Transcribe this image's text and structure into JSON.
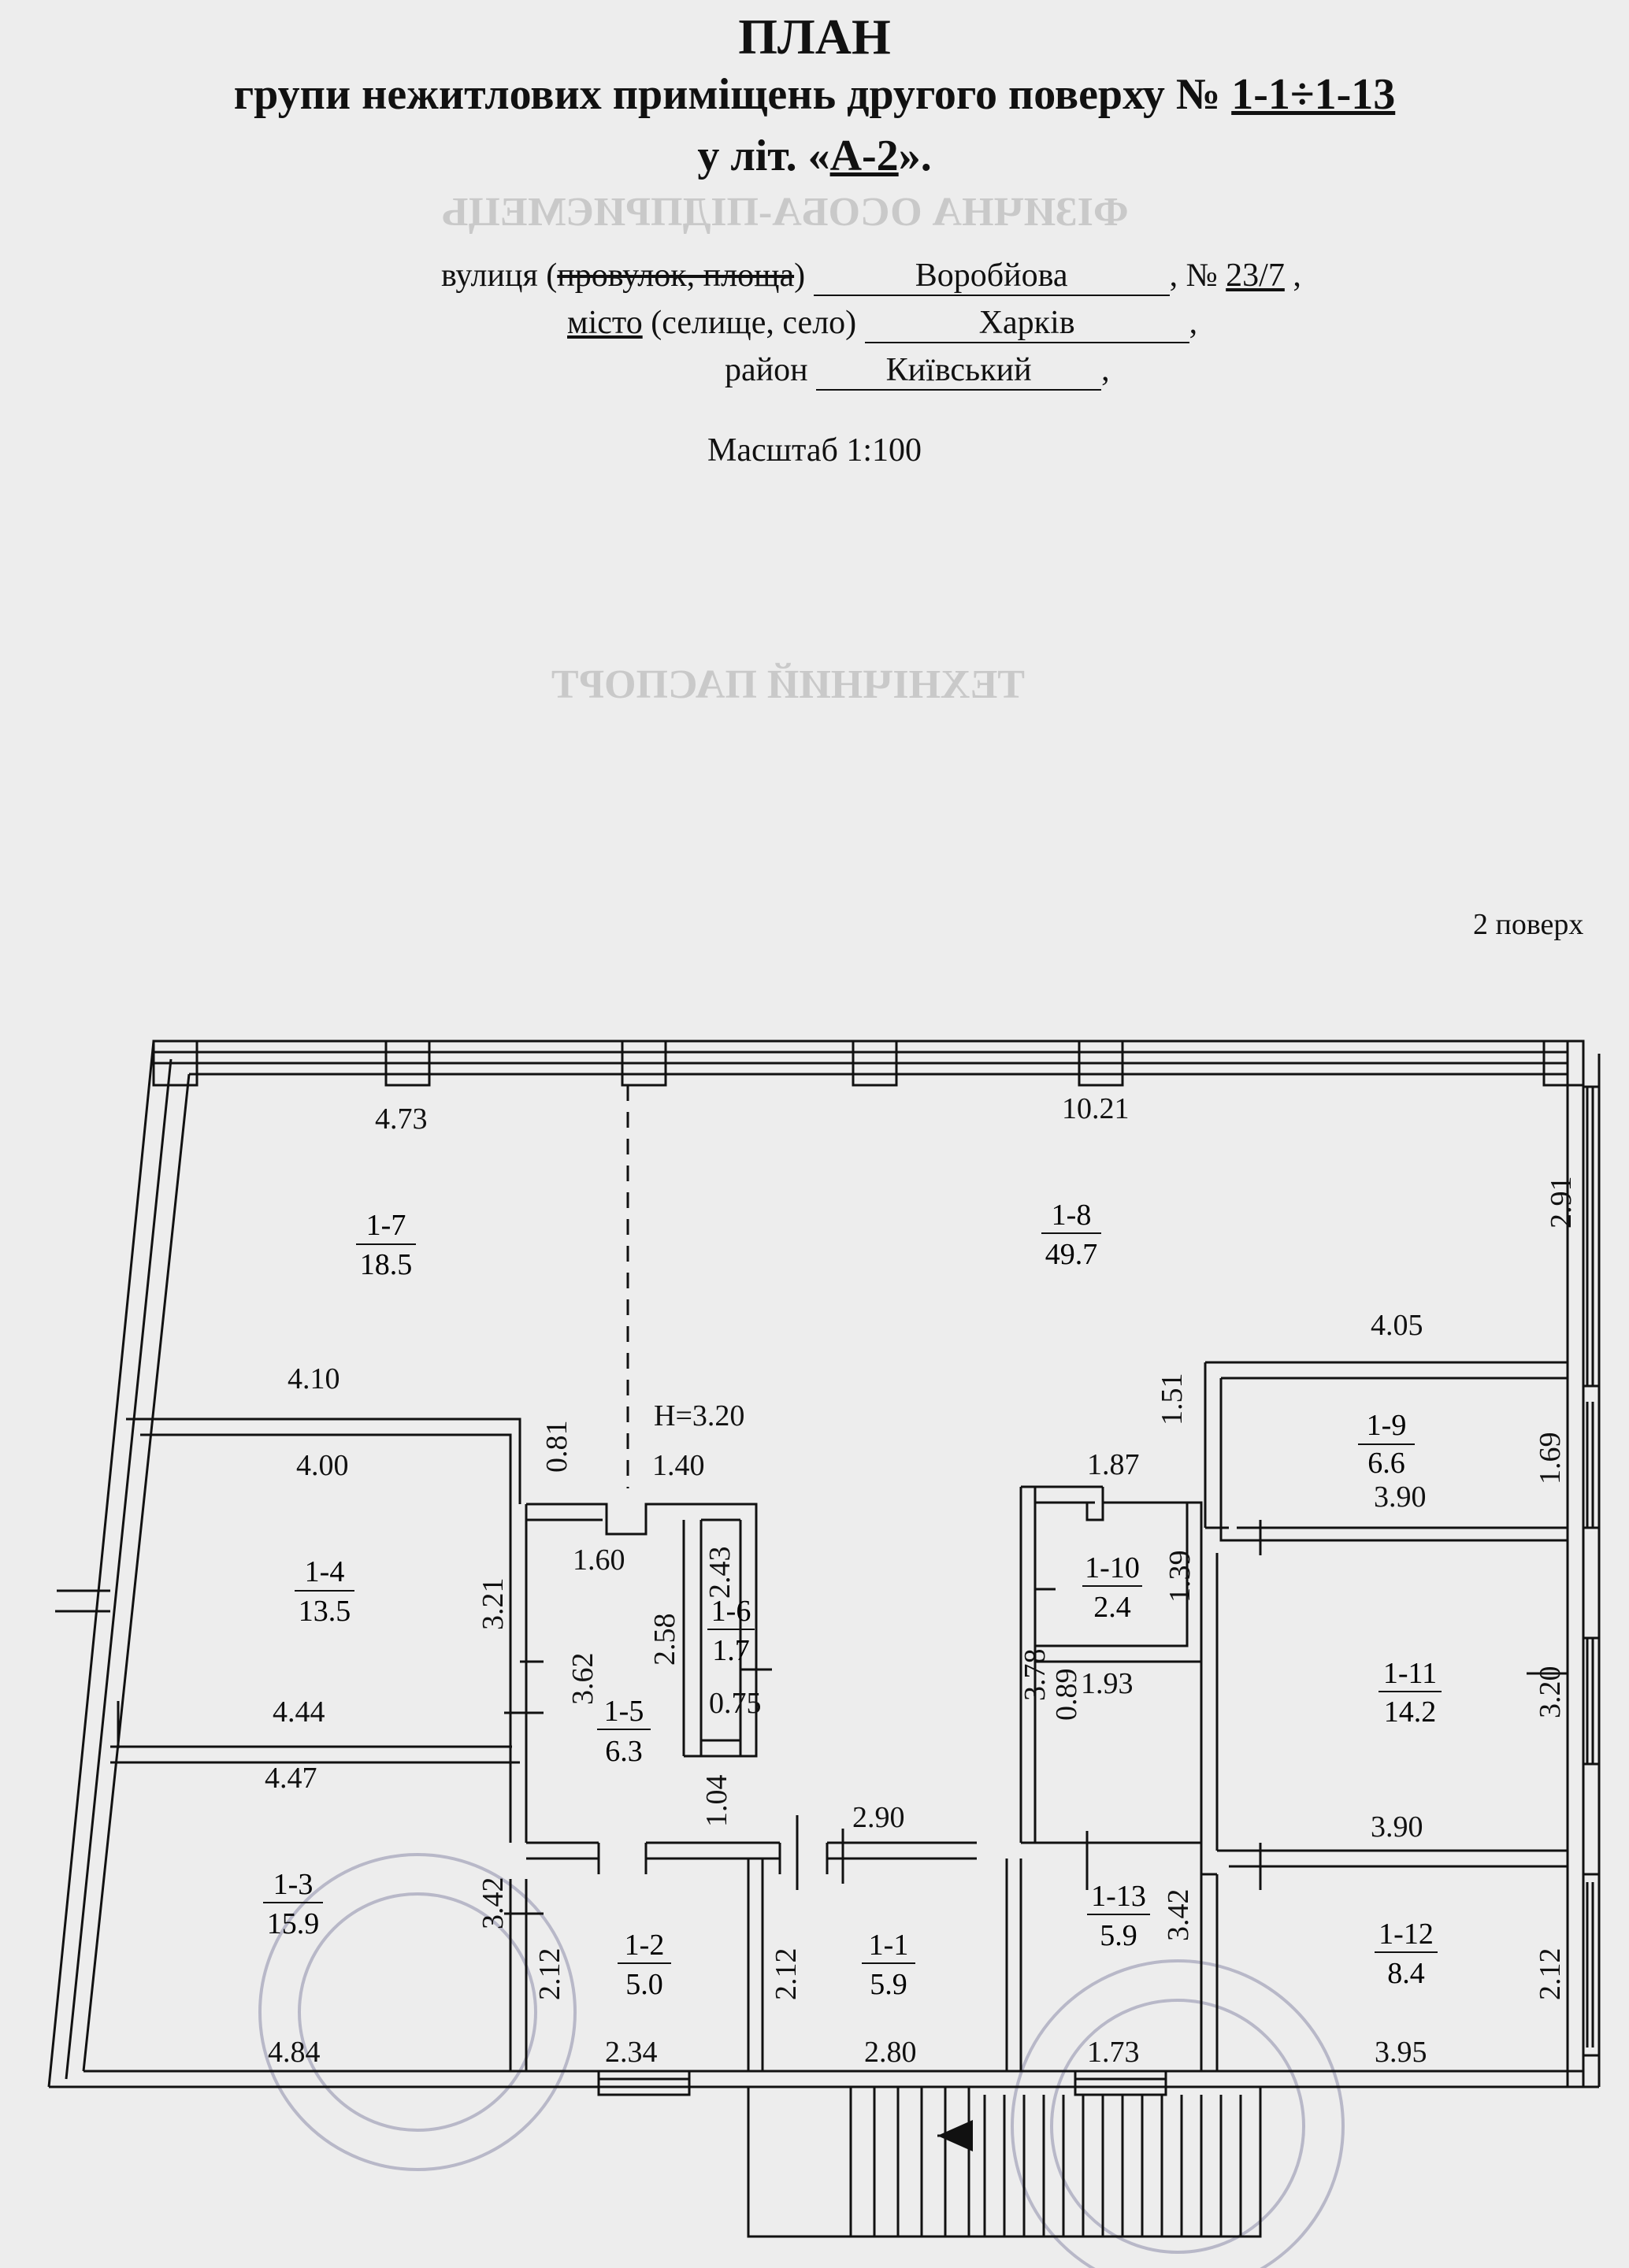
{
  "header": {
    "title": "ПЛАН",
    "subtitle_prefix": "групи нежитлових приміщень другого поверху № ",
    "subtitle_range": "1-1÷1-13",
    "letter_prefix": "у літ. «",
    "letter": "А-2",
    "letter_suffix": "».",
    "street_label_a": "вулиця (",
    "street_label_strike": "провулок, площа",
    "street_label_b": ")",
    "street_value": "Воробйова",
    "number_label": ", № ",
    "number_value": "23/7",
    "number_suffix": " ,",
    "city_label_a": "місто",
    "city_label_b": " (селище, село)",
    "city_value": "Харків",
    "city_suffix": ",",
    "district_label": "район",
    "district_value": "Київський",
    "district_suffix": ",",
    "scale": "Масштаб 1:100",
    "floor_label": "2 поверх"
  },
  "plan": {
    "height_label": "H=3.20",
    "rooms": [
      {
        "id": "1-7",
        "area": "18.5"
      },
      {
        "id": "1-8",
        "area": "49.7"
      },
      {
        "id": "1-4",
        "area": "13.5"
      },
      {
        "id": "1-5",
        "area": "6.3"
      },
      {
        "id": "1-6",
        "area": "1.7"
      },
      {
        "id": "1-9",
        "area": "6.6"
      },
      {
        "id": "1-10",
        "area": "2.4"
      },
      {
        "id": "1-11",
        "area": "14.2"
      },
      {
        "id": "1-3",
        "area": "15.9"
      },
      {
        "id": "1-2",
        "area": "5.0"
      },
      {
        "id": "1-1",
        "area": "5.9"
      },
      {
        "id": "1-13",
        "area": "5.9"
      },
      {
        "id": "1-12",
        "area": "8.4"
      }
    ],
    "dims": {
      "d473": "4.73",
      "d1021": "10.21",
      "d291": "2.91",
      "d405": "4.05",
      "d410": "4.10",
      "d081": "0.81",
      "d140": "1.40",
      "d187": "1.87",
      "d151": "1.51",
      "d169": "1.69",
      "d390a": "3.90",
      "d400": "4.00",
      "d160": "1.60",
      "d243": "2.43",
      "d139": "1.39",
      "d321": "3.21",
      "d258": "2.58",
      "d362": "3.62",
      "d378": "3.78",
      "d320": "3.20",
      "d075": "0.75",
      "d089": "0.89",
      "d193": "1.93",
      "d444": "4.44",
      "d447": "4.47",
      "d104": "1.04",
      "d290": "2.90",
      "d390b": "3.90",
      "d342a": "3.42",
      "d212a": "2.12",
      "d212b": "2.12",
      "d342b": "3.42",
      "d212c": "2.12",
      "d484": "4.84",
      "d234": "2.34",
      "d280": "2.80",
      "d173": "1.73",
      "d395": "3.95"
    }
  }
}
